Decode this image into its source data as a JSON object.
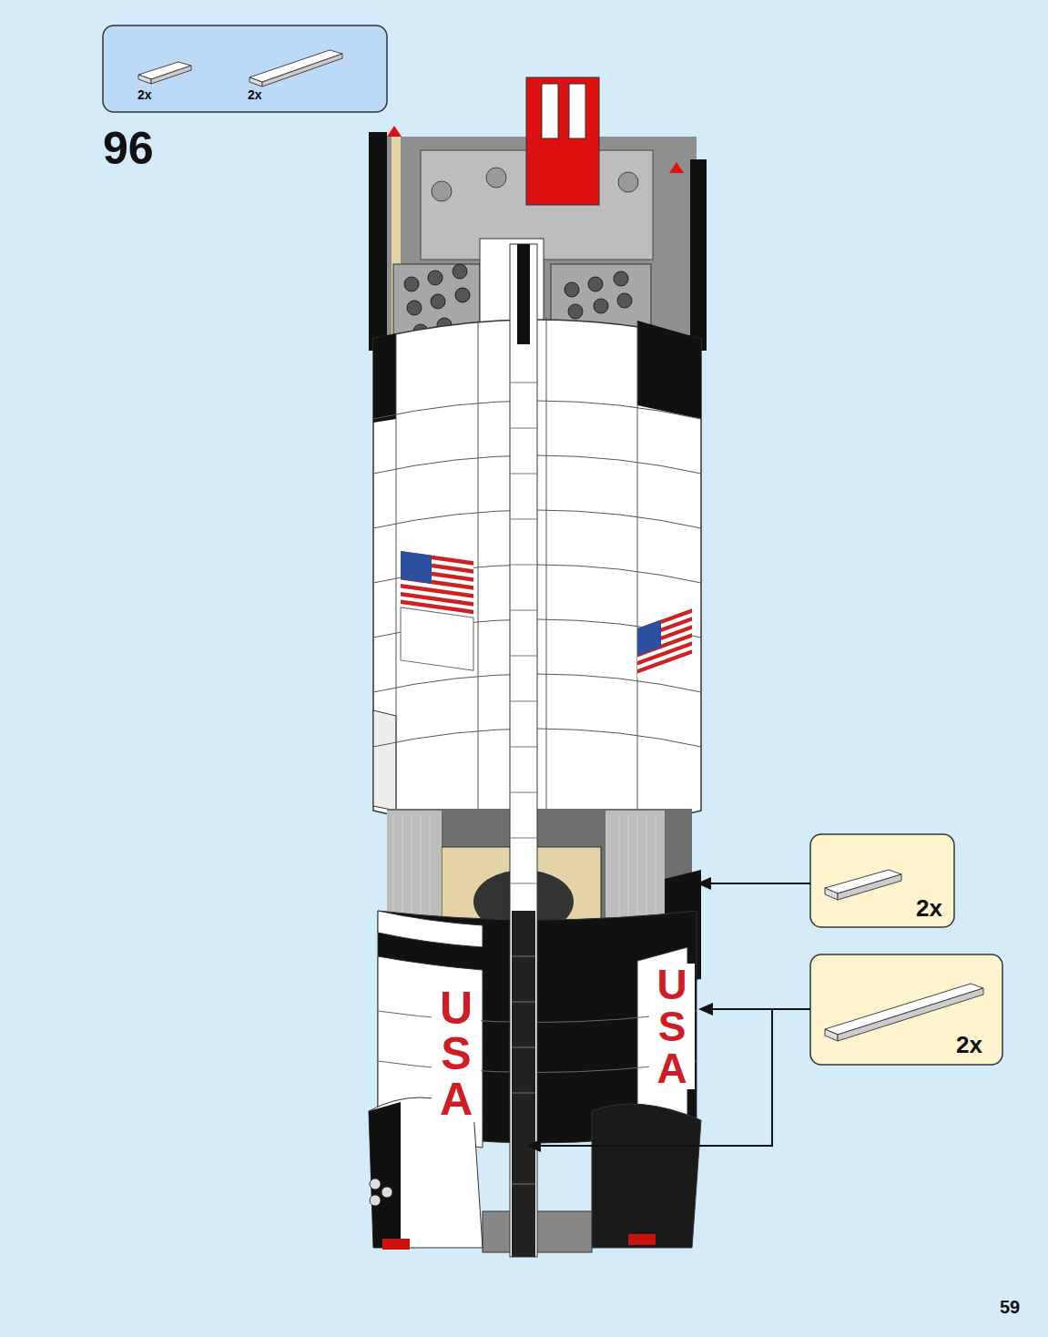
{
  "diagram": {
    "nodes": [
      {
        "text": [
          "2x",
          "2x"
        ]
      },
      {
        "text": [
          "2x"
        ]
      },
      {
        "text": [
          "2x"
        ]
      }
    ],
    "labels": [
      "96",
      "USA",
      "USA",
      "59"
    ]
  }
}
